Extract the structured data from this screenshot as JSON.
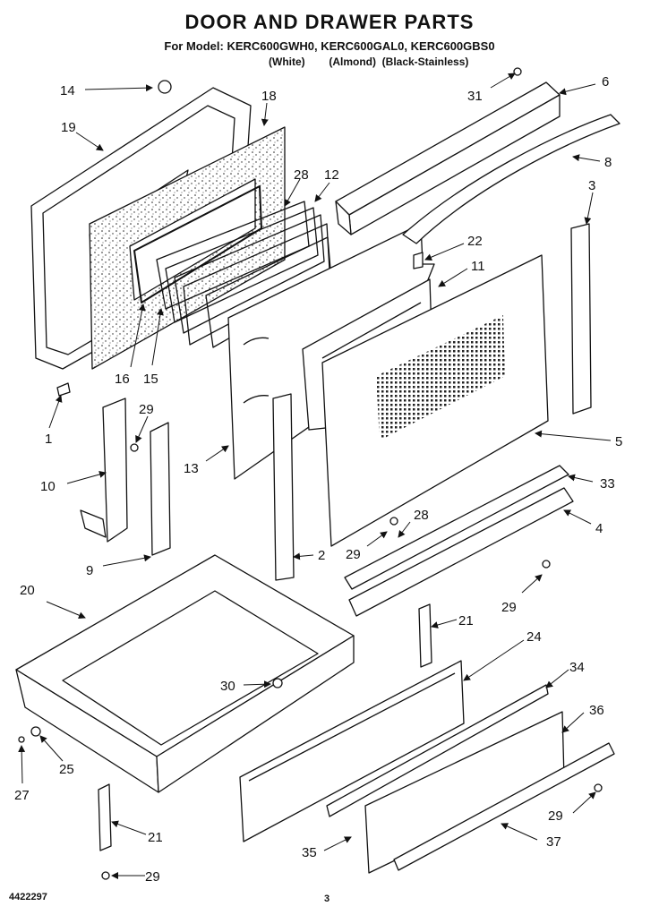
{
  "header": {
    "title": "DOOR AND DRAWER PARTS",
    "model_line": "For Model: KERC600GWH0, KERC600GAL0, KERC600GBS0",
    "colors": [
      "(White)",
      "(Almond)",
      "(Black-Stainless)"
    ]
  },
  "callouts": [
    "14",
    "18",
    "19",
    "28",
    "12",
    "31",
    "6",
    "8",
    "3",
    "22",
    "11",
    "1",
    "16",
    "15",
    "29",
    "10",
    "13",
    "5",
    "33",
    "9",
    "4",
    "28",
    "29",
    "2",
    "20",
    "29",
    "21",
    "24",
    "30",
    "34",
    "36",
    "25",
    "27",
    "35",
    "21",
    "29",
    "37"
  ],
  "footer": {
    "doc_number": "4422297",
    "page_number": "3"
  }
}
